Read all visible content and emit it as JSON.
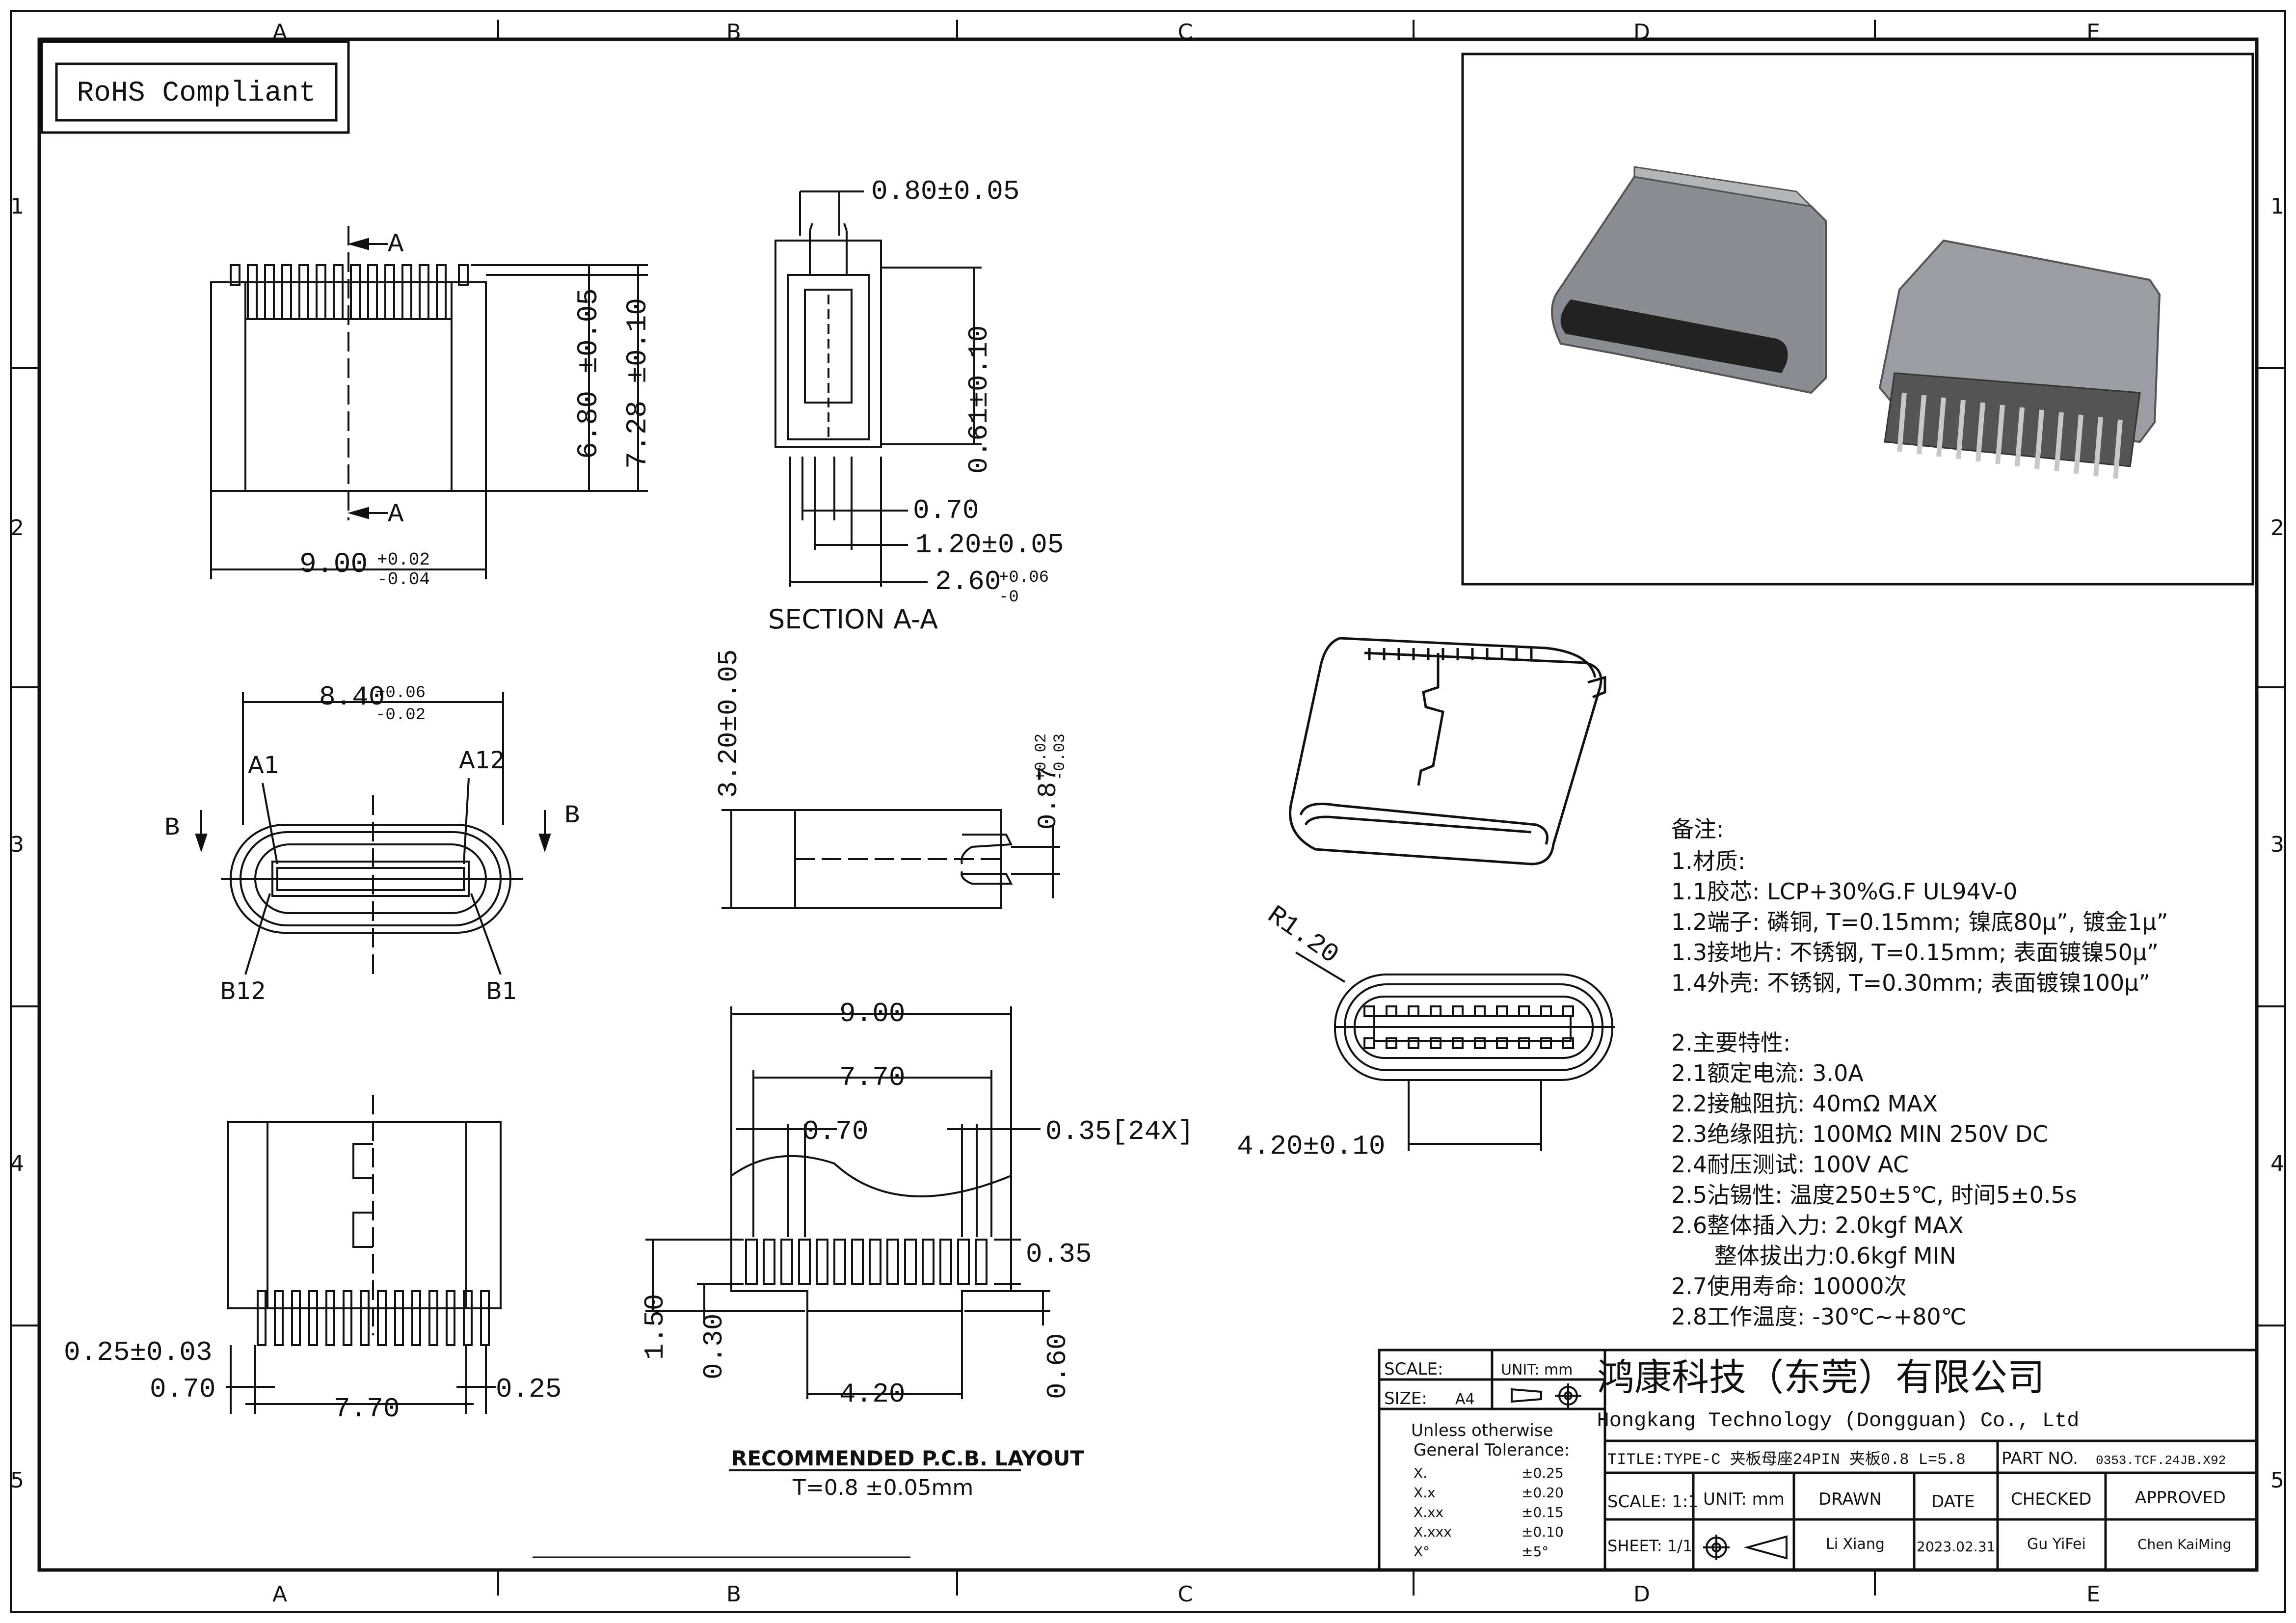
{
  "frame": {
    "columns": [
      "A",
      "B",
      "C",
      "D",
      "E"
    ],
    "rows": [
      "1",
      "2",
      "3",
      "4",
      "5"
    ]
  },
  "rohs": "RoHS Compliant",
  "front_view": {
    "section_mark": "A",
    "dim_width": "9.00",
    "dim_width_tol_plus": "+0.02",
    "dim_width_tol_minus": "-0.04",
    "dim_height_1": "6.80 ±0.05",
    "dim_height_2": "7.28 ±0.10"
  },
  "section_view": {
    "dim_top": "0.80±0.05",
    "dim_side": "0.61±0.10",
    "dim_070": "0.70",
    "dim_120": "1.20±0.05",
    "dim_260": "2.60",
    "dim_260_plus": "+0.06",
    "dim_260_minus": "-0",
    "title": "SECTION A-A"
  },
  "end_view": {
    "dim_width": "8.40",
    "dim_width_plus": "+0.06",
    "dim_width_minus": "-0.02",
    "label_a1": "A1",
    "label_a12": "A12",
    "label_b12": "B12",
    "label_b1": "B1",
    "section_b": "B"
  },
  "side_view": {
    "dim_height": "3.20±0.05",
    "dim_087": "0.87",
    "dim_087_plus": "+0.02",
    "dim_087_minus": "-0.03"
  },
  "bottom_view": {
    "dim_025_003": "0.25±0.03",
    "dim_070": "0.70",
    "dim_770": "7.70",
    "dim_025": "0.25"
  },
  "pcb_layout": {
    "dim_900": "9.00",
    "dim_770": "7.70",
    "dim_070": "0.70",
    "dim_035_24x": "0.35[24X]",
    "dim_035": "0.35",
    "dim_150": "1.50",
    "dim_030": "0.30",
    "dim_420": "4.20",
    "dim_060": "0.60",
    "title": "RECOMMENDED  P.C.B. LAYOUT",
    "thickness": "T=0.8 ±0.05mm"
  },
  "iso_front": {
    "dim_r": "R1.20",
    "dim_420": "4.20±0.10"
  },
  "notes": {
    "header": "备注:",
    "lines": [
      "1.材质:",
      "1.1胶芯: LCP+30%G.F UL94V-0",
      "1.2端子: 磷铜, T=0.15mm; 镍底80μ”, 镀金1μ”",
      "1.3接地片: 不锈钢, T=0.15mm; 表面镀镍50μ”",
      "1.4外壳: 不锈钢, T=0.30mm; 表面镀镍100μ”",
      "",
      "2.主要特性:",
      "2.1额定电流: 3.0A",
      "2.2接触阻抗: 40mΩ MAX",
      "2.3绝缘阻抗: 100MΩ MIN 250V DC",
      "2.4耐压测试: 100V AC",
      "2.5沾锡性: 温度250±5℃, 时间5±0.5s",
      "2.6整体插入力: 2.0kgf MAX",
      "      整体拔出力:0.6kgf MIN",
      "2.7使用寿命: 10000次",
      "2.8工作温度: -30℃~+80℃"
    ]
  },
  "title_block": {
    "scale_label": "SCALE:",
    "unit_label": "UNIT: mm",
    "size_label": "SIZE:",
    "size_value": "A4",
    "company_cn": "鸿康科技（东莞）有限公司",
    "company_en": "Hongkang Technology (Dongguan) Co., Ltd",
    "tolerance_title_1": "Unless otherwise",
    "tolerance_title_2": "General Tolerance:",
    "tolerances": [
      {
        "k": "X.",
        "v": "±0.25"
      },
      {
        "k": "X.x",
        "v": "±0.20"
      },
      {
        "k": "X.xx",
        "v": "±0.15"
      },
      {
        "k": "X.xxx",
        "v": "±0.10"
      },
      {
        "k": "X°",
        "v": "±5°"
      }
    ],
    "title": "TITLE:TYPE-C 夹板母座24PIN 夹板0.8 L=5.8",
    "part_no_label": "PART NO.",
    "part_no": "0353.TCF.24JB.X92",
    "scale_cell": "SCALE: 1:1",
    "unit_cell": "UNIT: mm",
    "drawn_label": "DRAWN",
    "date_label": "DATE",
    "checked_label": "CHECKED",
    "approved_label": "APPROVED",
    "sheet_cell": "SHEET: 1/1",
    "drawn": "Li Xiang",
    "date": "2023.02.31",
    "checked": "Gu YiFei",
    "approved": "Chen KaiMing"
  }
}
